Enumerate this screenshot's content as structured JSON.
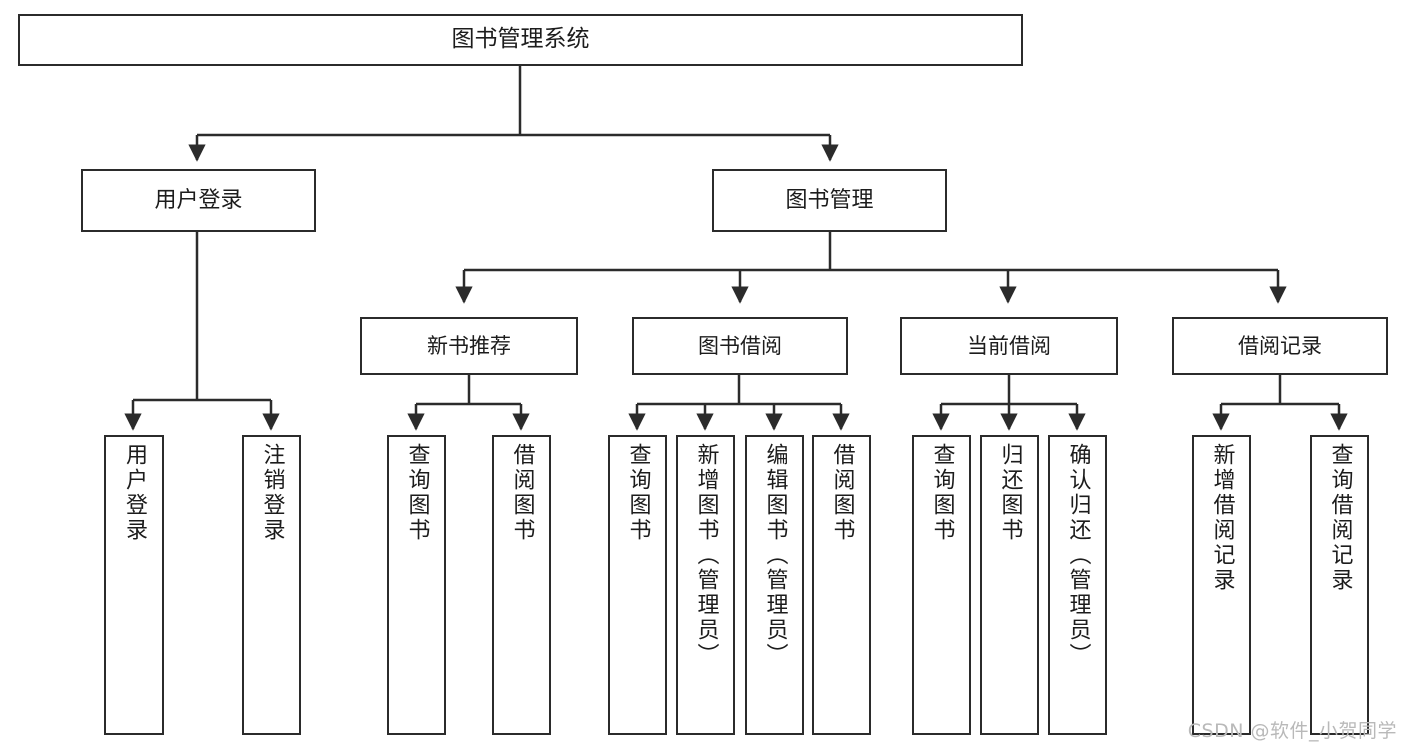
{
  "diagram": {
    "title": "图书管理系统",
    "type": "tree-hierarchy-chart",
    "watermark": "CSDN @软件_小贺同学",
    "colors": {
      "background": "#ffffff",
      "node_border": "#2b2b2b",
      "node_fill": "#ffffff",
      "text": "#1c1c1c",
      "connector": "#2b2b2b",
      "watermark": "#b9b9b9"
    }
  },
  "nodes": {
    "root": {
      "label": "图书管理系统"
    },
    "tier2": [
      {
        "id": "user-login",
        "label": "用户登录"
      },
      {
        "id": "book-manage",
        "label": "图书管理"
      }
    ],
    "tier3": [
      {
        "id": "new-book-recommend",
        "label": "新书推荐"
      },
      {
        "id": "book-borrow",
        "label": "图书借阅"
      },
      {
        "id": "current-borrow",
        "label": "当前借阅"
      },
      {
        "id": "borrow-record",
        "label": "借阅记录"
      }
    ],
    "leaves": {
      "user_login": [
        {
          "id": "leaf-user-login",
          "label": "用户登录"
        },
        {
          "id": "leaf-logout-login",
          "label": "注销登录"
        }
      ],
      "new_book_recommend": [
        {
          "id": "leaf-query-book-a",
          "label": "查询图书"
        },
        {
          "id": "leaf-borrow-book-a",
          "label": "借阅图书"
        }
      ],
      "book_borrow": [
        {
          "id": "leaf-query-book-b",
          "label": "查询图书"
        },
        {
          "id": "leaf-add-book",
          "label": "新增图书（管理员）"
        },
        {
          "id": "leaf-edit-book",
          "label": "编辑图书（管理员）"
        },
        {
          "id": "leaf-borrow-book-b",
          "label": "借阅图书"
        }
      ],
      "current_borrow": [
        {
          "id": "leaf-query-book-c",
          "label": "查询图书"
        },
        {
          "id": "leaf-return-book",
          "label": "归还图书"
        },
        {
          "id": "leaf-confirm-return",
          "label": "确认归还（管理员）"
        }
      ],
      "borrow_record": [
        {
          "id": "leaf-add-record",
          "label": "新增借阅记录"
        },
        {
          "id": "leaf-query-record",
          "label": "查询借阅记录"
        }
      ]
    }
  }
}
